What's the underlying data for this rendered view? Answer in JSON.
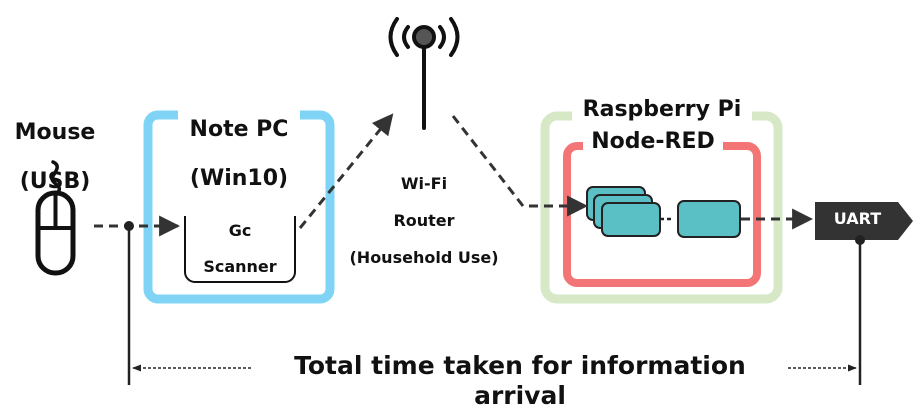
{
  "mouse": {
    "line1": "Mouse",
    "line2": "(USB)",
    "icon": "mouse-icon"
  },
  "notepc": {
    "line1": "Note PC",
    "line2": "(Win10)",
    "frame_color": "#7fd4f6"
  },
  "scanner": {
    "line1": "Gc",
    "line2": "Scanner"
  },
  "router": {
    "line1": "Wi-Fi",
    "line2": "Router",
    "line3": "(Household Use)",
    "icon": "antenna-icon"
  },
  "raspi": {
    "title": "Raspberry Pi",
    "frame_color": "#d6e8c6"
  },
  "nodered": {
    "title": "Node-RED",
    "frame_color": "#f47575",
    "node_color": "#5bbfc6"
  },
  "uart": {
    "label": "UART",
    "color": "#333333"
  },
  "timing": {
    "label": "Total time taken for information arrival"
  }
}
